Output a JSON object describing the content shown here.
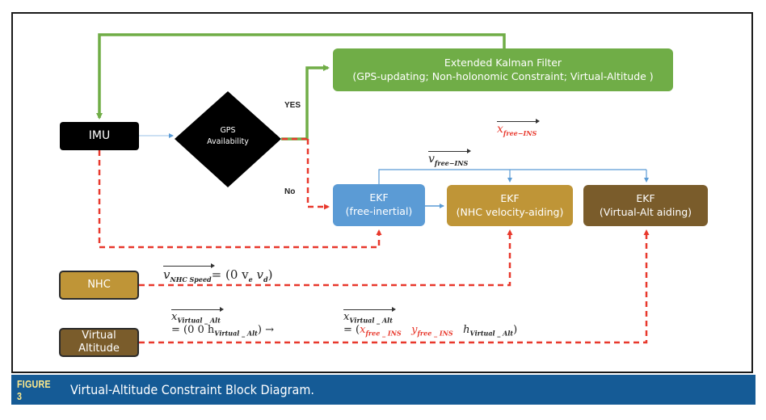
{
  "diagram": {
    "nodes": {
      "imu": "IMU",
      "gps_availability": [
        "GPS",
        "Availability"
      ],
      "ekf_main": [
        "Extended Kalman Filter",
        "(GPS-updating; Non-holonomic Constraint; Virtual-Altitude )"
      ],
      "ekf_free": [
        "EKF",
        "(free-inertial)"
      ],
      "ekf_nhc": [
        "EKF",
        "(NHC velocity-aiding)"
      ],
      "ekf_va": [
        "EKF",
        "(Virtual-Alt aiding)"
      ],
      "nhc": "NHC",
      "virtual_altitude": [
        "Virtual",
        "Altitude"
      ]
    },
    "edge_labels": {
      "yes": "YES",
      "no": "No"
    },
    "math": {
      "x_free_ins": {
        "base": "x",
        "sub": "free−INS"
      },
      "v_free_ins": {
        "base": "v",
        "sub": "free−INS"
      },
      "v_nhc": {
        "base": "v",
        "sub": "NHC Speed",
        "rhs": "= (0   v",
        "sub_e": "e",
        "mid": "   v",
        "sub_d": "d",
        "end": ")"
      },
      "x_va_left": {
        "base": "x",
        "sub": "Virtual _ Alt",
        "line2_prefix": "= (0   0   h",
        "line2_sub": "Virtual _ Alt",
        "line2_suffix": ") →"
      },
      "x_va_right": {
        "base": "x",
        "sub": "Virtual _ Alt",
        "line2_prefix": "= (",
        "x": "x",
        "x_sub": "free _ INS",
        "y": "y",
        "y_sub": "free _ INS",
        "h": "h",
        "h_sub": "Virtual _ Alt",
        "line2_suffix": ")"
      }
    },
    "colors": {
      "green": "#70ad47",
      "blue": "#5b9bd5",
      "gold": "#bf9537",
      "brown": "#7a5c2b",
      "red_dashed": "#e8382c",
      "caption_bg": "#155b96"
    }
  },
  "caption": {
    "label": "FIGURE 3",
    "text": "Virtual-Altitude Constraint Block Diagram."
  }
}
